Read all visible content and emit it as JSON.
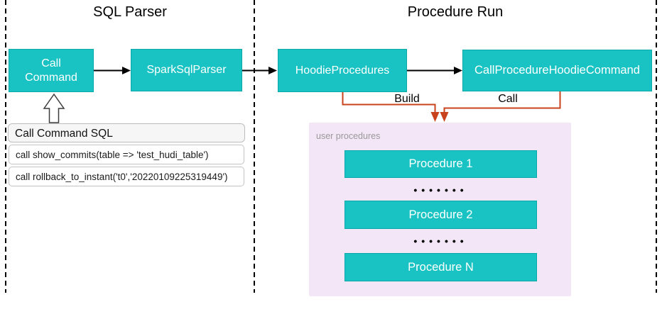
{
  "panels": {
    "sql_parser": {
      "title": "SQL Parser"
    },
    "procedure_run": {
      "title": "Procedure Run"
    }
  },
  "nodes": {
    "call_command": {
      "label": "Call Command"
    },
    "spark_sql_parser": {
      "label": "SparkSqlParser"
    },
    "hoodie_procedures": {
      "label": "HoodieProcedures"
    },
    "call_procedure_hoodie_command": {
      "label": "CallProcedureHoodieCommand"
    }
  },
  "edges": {
    "build_label": "Build",
    "call_label": "Call"
  },
  "sql_box": {
    "header": "Call Command SQL",
    "rows": [
      "call show_commits(table => 'test_hudi_table')",
      "call rollback_to_instant('t0','20220109225319449')"
    ]
  },
  "user_procedures": {
    "label": "user procedures",
    "items": [
      "Procedure 1",
      "Procedure 2",
      "Procedure N"
    ],
    "dots": "•••••••"
  },
  "colors": {
    "node_teal": "#19c3c3",
    "node_border": "#0aa9a9",
    "container_pink": "#f3e6f6",
    "connector_red": "#c8431d",
    "arrow_black": "#000000",
    "label_gray": "#9a9a9a"
  }
}
